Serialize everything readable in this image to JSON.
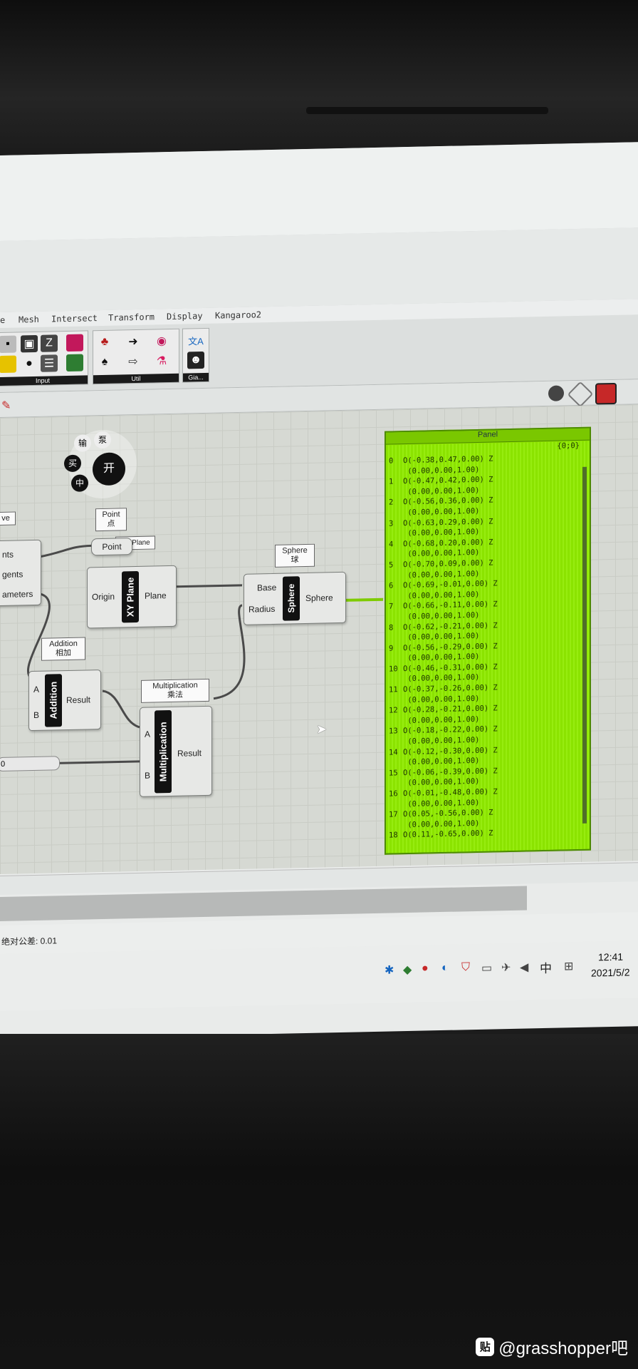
{
  "menu": [
    "e",
    "Mesh",
    "Intersect",
    "Transform",
    "Display",
    "Kangaroo2"
  ],
  "ribbon": {
    "groups": [
      "Input",
      "Util",
      "Gia..."
    ]
  },
  "nodes": {
    "xy_plane": {
      "title": "XY Plane",
      "in": "Origin",
      "out": "Plane"
    },
    "sphere": {
      "title": "Sphere",
      "in1": "Base",
      "in2": "Radius",
      "out": "Sphere"
    },
    "addition": {
      "title": "Addition",
      "in1": "A",
      "in2": "B",
      "out": "Result"
    },
    "multiplication": {
      "title": "Multiplication",
      "in1": "A",
      "in2": "B",
      "out": "Result"
    },
    "point_param": {
      "label": "Point"
    },
    "curve_frag": {
      "out1": "nts",
      "out2": "gents",
      "out3": "ameters"
    }
  },
  "tooltips": {
    "point": {
      "en": "Point",
      "zh": "点"
    },
    "sphere": {
      "en": "Sphere",
      "zh": "球"
    },
    "addition": {
      "en": "Addition",
      "zh": "相加"
    },
    "multiplication": {
      "en": "Multiplication",
      "zh": "乘法"
    },
    "curve": {
      "en": "ve"
    },
    "xyplane": {
      "en": "XY Plane"
    }
  },
  "radial_menu": {
    "items": [
      "输",
      "泵",
      "买",
      "中"
    ],
    "center": "开"
  },
  "panel": {
    "title": "Panel",
    "path": "{0;0}",
    "rows": [
      {
        "i": "0",
        "t": "O(-0.38,0.47,0.00) Z"
      },
      {
        "i": "",
        "t": " (0.00,0.00,1.00)"
      },
      {
        "i": "1",
        "t": "O(-0.47,0.42,0.00) Z"
      },
      {
        "i": "",
        "t": " (0.00,0.00,1.00)"
      },
      {
        "i": "2",
        "t": "O(-0.56,0.36,0.00) Z"
      },
      {
        "i": "",
        "t": " (0.00,0.00,1.00)"
      },
      {
        "i": "3",
        "t": "O(-0.63,0.29,0.00) Z"
      },
      {
        "i": "",
        "t": " (0.00,0.00,1.00)"
      },
      {
        "i": "4",
        "t": "O(-0.68,0.20,0.00) Z"
      },
      {
        "i": "",
        "t": " (0.00,0.00,1.00)"
      },
      {
        "i": "5",
        "t": "O(-0.70,0.09,0.00) Z"
      },
      {
        "i": "",
        "t": " (0.00,0.00,1.00)"
      },
      {
        "i": "6",
        "t": "O(-0.69,-0.01,0.00) Z"
      },
      {
        "i": "",
        "t": " (0.00,0.00,1.00)"
      },
      {
        "i": "7",
        "t": "O(-0.66,-0.11,0.00) Z"
      },
      {
        "i": "",
        "t": " (0.00,0.00,1.00)"
      },
      {
        "i": "8",
        "t": "O(-0.62,-0.21,0.00) Z"
      },
      {
        "i": "",
        "t": " (0.00,0.00,1.00)"
      },
      {
        "i": "9",
        "t": "O(-0.56,-0.29,0.00) Z"
      },
      {
        "i": "",
        "t": " (0.00,0.00,1.00)"
      },
      {
        "i": "10",
        "t": "O(-0.46,-0.31,0.00) Z"
      },
      {
        "i": "",
        "t": " (0.00,0.00,1.00)"
      },
      {
        "i": "11",
        "t": "O(-0.37,-0.26,0.00) Z"
      },
      {
        "i": "",
        "t": " (0.00,0.00,1.00)"
      },
      {
        "i": "12",
        "t": "O(-0.28,-0.21,0.00) Z"
      },
      {
        "i": "",
        "t": " (0.00,0.00,1.00)"
      },
      {
        "i": "13",
        "t": "O(-0.18,-0.22,0.00) Z"
      },
      {
        "i": "",
        "t": " (0.00,0.00,1.00)"
      },
      {
        "i": "14",
        "t": "O(-0.12,-0.30,0.00) Z"
      },
      {
        "i": "",
        "t": " (0.00,0.00,1.00)"
      },
      {
        "i": "15",
        "t": "O(-0.06,-0.39,0.00) Z"
      },
      {
        "i": "",
        "t": " (0.00,0.00,1.00)"
      },
      {
        "i": "16",
        "t": "O(-0.01,-0.48,0.00) Z"
      },
      {
        "i": "",
        "t": " (0.00,0.00,1.00)"
      },
      {
        "i": "17",
        "t": "O(0.05,-0.56,0.00) Z"
      },
      {
        "i": "",
        "t": " (0.00,0.00,1.00)"
      },
      {
        "i": "18",
        "t": "O(0.11,-0.65,0.00) Z"
      }
    ]
  },
  "slider_value": "0",
  "status": {
    "tolerance": "绝对公差: 0.01"
  },
  "taskbar": {
    "time": "12:41",
    "date": "2021/5/2",
    "ime": "中"
  },
  "watermark": {
    "icon": "贴",
    "text": "@grasshopper吧"
  },
  "colors": {
    "panel": "#8fe000",
    "node_label": "#111111",
    "canvas": "#d6d9d3"
  }
}
